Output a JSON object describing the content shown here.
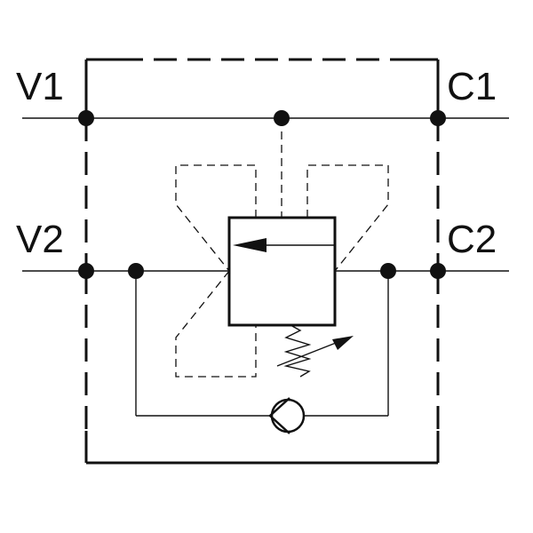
{
  "ports": {
    "v1": "V1",
    "v2": "V2",
    "c1": "C1",
    "c2": "C2"
  },
  "colors": {
    "line": "#111111",
    "background": "#ffffff"
  },
  "symbols": {
    "check_valve": "check-valve-icon",
    "spring": "adjustable-spring-icon",
    "valve_arrow": "flow-arrow-icon"
  }
}
